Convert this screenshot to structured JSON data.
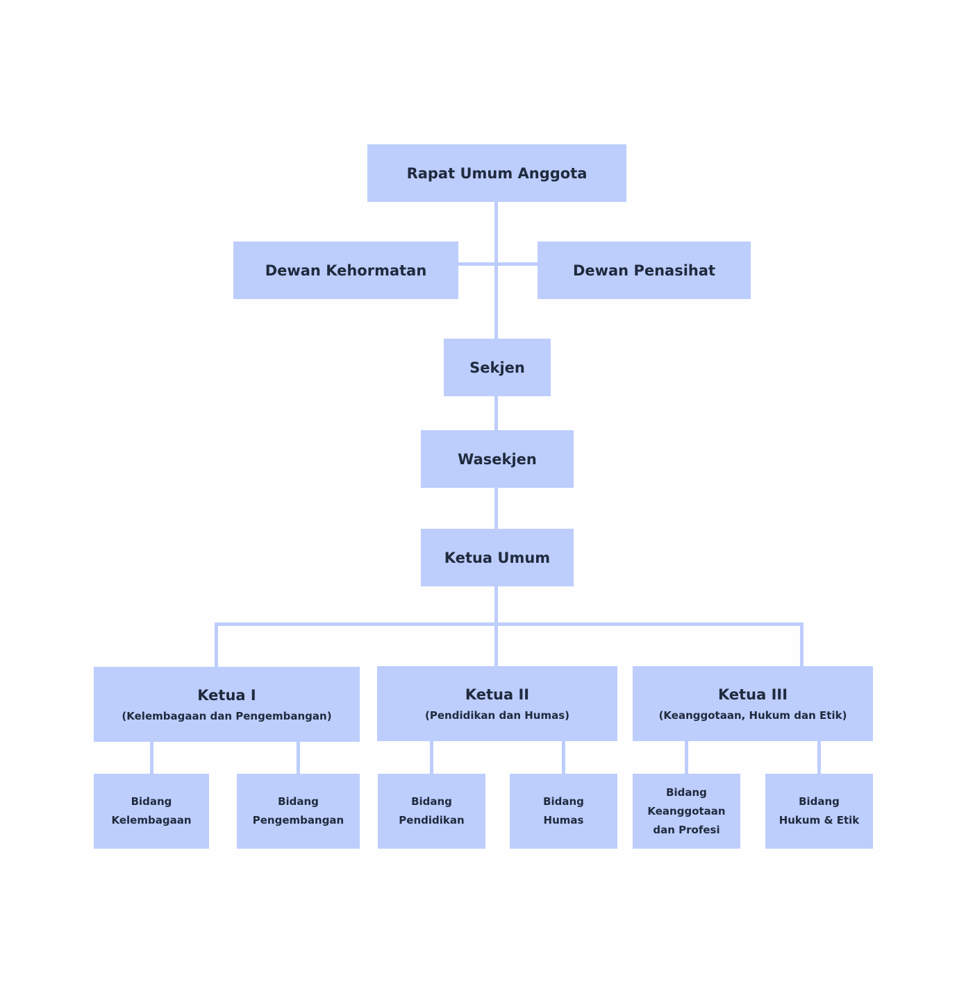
{
  "org": {
    "rapat": "Rapat Umum Anggota",
    "dewan_kehormatan": "Dewan Kehormatan",
    "dewan_penasihat": "Dewan Penasihat",
    "sekjen": "Sekjen",
    "wasekjen": "Wasekjen",
    "ketua_umum": "Ketua Umum",
    "ketua_1": {
      "title": "Ketua I",
      "subtitle": "(Kelembagaan dan Pengembangan)"
    },
    "ketua_2": {
      "title": "Ketua II",
      "subtitle": "(Pendidikan dan Humas)"
    },
    "ketua_3": {
      "title": "Ketua III",
      "subtitle": "(Keanggotaan, Hukum dan Etik)"
    },
    "bidang": [
      {
        "lines": [
          "Bidang",
          "Kelembagaan"
        ]
      },
      {
        "lines": [
          "Bidang",
          "Pengembangan"
        ]
      },
      {
        "lines": [
          "Bidang",
          "Pendidikan"
        ]
      },
      {
        "lines": [
          "Bidang",
          "Humas"
        ]
      },
      {
        "lines": [
          "Bidang",
          "Keanggotaan",
          "dan Profesi"
        ]
      },
      {
        "lines": [
          "Bidang",
          "Hukum & Etik"
        ]
      }
    ]
  },
  "colors": {
    "box": "#bdcdfc",
    "connector": "#bdcdfc",
    "text": "#1f2a3d",
    "background": "#fefefe"
  }
}
